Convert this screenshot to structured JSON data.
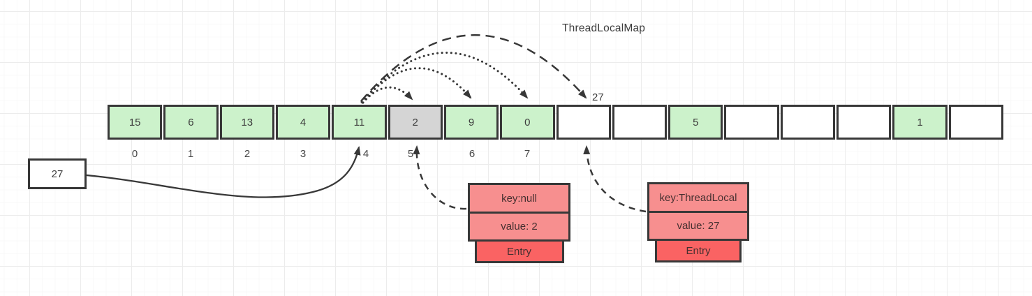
{
  "title": "ThreadLocalMap",
  "array": {
    "cells": [
      {
        "value": "15",
        "fill": "green"
      },
      {
        "value": "6",
        "fill": "green"
      },
      {
        "value": "13",
        "fill": "green"
      },
      {
        "value": "4",
        "fill": "green"
      },
      {
        "value": "11",
        "fill": "green"
      },
      {
        "value": "2",
        "fill": "gray"
      },
      {
        "value": "9",
        "fill": "green"
      },
      {
        "value": "0",
        "fill": "green"
      },
      {
        "value": "",
        "fill": "white"
      },
      {
        "value": "",
        "fill": "white"
      },
      {
        "value": "5",
        "fill": "green"
      },
      {
        "value": "",
        "fill": "white"
      },
      {
        "value": "",
        "fill": "white"
      },
      {
        "value": "",
        "fill": "white"
      },
      {
        "value": "1",
        "fill": "green"
      },
      {
        "value": "",
        "fill": "white"
      }
    ],
    "index_labels": [
      "0",
      "1",
      "2",
      "3",
      "4",
      "5",
      "6",
      "7"
    ]
  },
  "labels": {
    "probe_value": "27"
  },
  "source_box": {
    "value": "27"
  },
  "entries": [
    {
      "key": "key:null",
      "value": "value: 2",
      "tag": "Entry"
    },
    {
      "key": "key:ThreadLocal",
      "value": "value: 27",
      "tag": "Entry"
    }
  ],
  "colors": {
    "cell_green": "#ccf2cb",
    "cell_gray": "#d5d5d5",
    "cell_white": "#ffffff",
    "entry_fill": "#f78f8f",
    "entry_tag_fill": "#fa6363",
    "stroke": "#383838"
  }
}
